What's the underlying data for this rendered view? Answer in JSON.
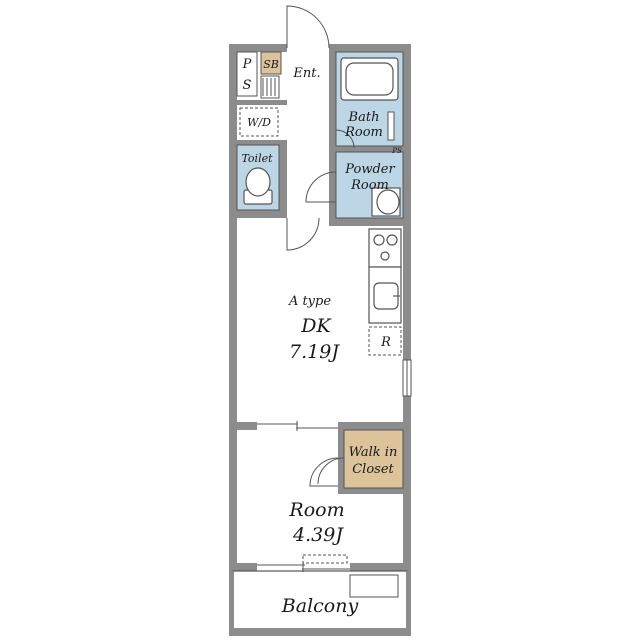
{
  "colors": {
    "wall": "#8c8c8c",
    "wall_stroke": "#6e6e6e",
    "wet_area": "#bcd6e6",
    "closet": "#dcc39a",
    "sb": "#dcc39a",
    "line": "#555555",
    "text": "#1a1a1a"
  },
  "labels": {
    "ps": "P S",
    "ps_p": "P",
    "ps_s": "S",
    "sb": "SB",
    "entrance": "Ent.",
    "wd": "W/D",
    "bath_line1": "Bath",
    "bath_line2": "Room",
    "ps_small": "PS",
    "toilet": "Toilet",
    "powder_line1": "Powder",
    "powder_line2": "Room",
    "fridge": "R",
    "type": "A type",
    "dk_name": "DK",
    "dk_size": "7.19J",
    "closet_line1": "Walk in",
    "closet_line2": "Closet",
    "room_name": "Room",
    "room_size": "4.39J",
    "balcony": "Balcony"
  }
}
